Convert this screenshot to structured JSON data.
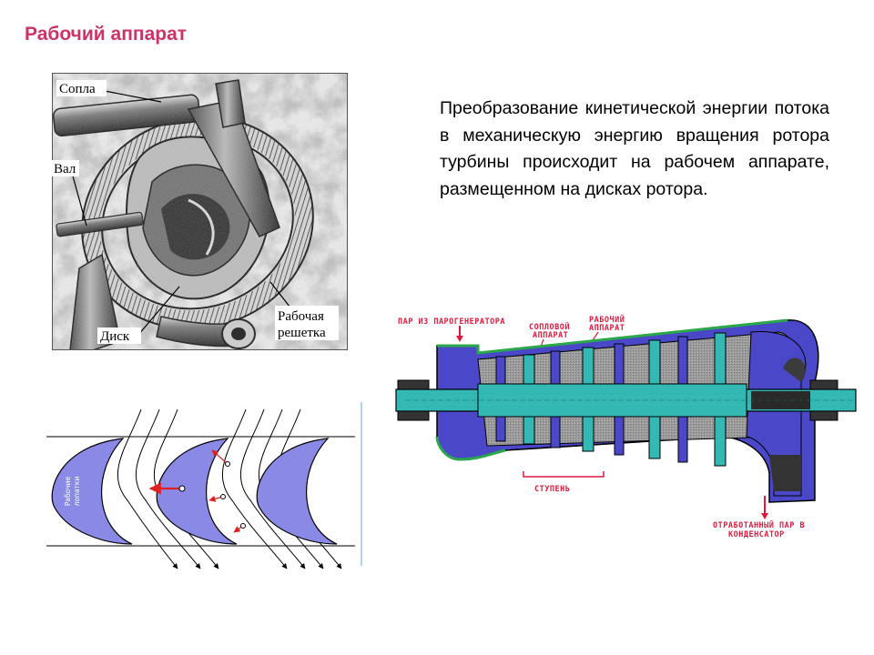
{
  "title": "Рабочий аппарат",
  "paragraph": "Преобразование кинетической энергии потока в механическую энергию вращения ротора турбины происходит на рабочем аппарате, размещенном на дисках ротора.",
  "photo": {
    "label_nozzle": "Сопла",
    "label_shaft": "Вал",
    "label_disk": "Диск",
    "label_grid_1": "Рабочая",
    "label_grid_2": "решетка"
  },
  "blades": {
    "label_1": "Рабочие",
    "label_2": "лопатки"
  },
  "schematic": {
    "label_steam_in": "ПАР ИЗ ПАРОГЕНЕРАТОРА",
    "label_nozzle_1": "СОПЛОВОЙ",
    "label_nozzle_2": "АППАРАТ",
    "label_working_1": "РАБОЧИЙ",
    "label_working_2": "АППАРАТ",
    "label_stage": "СТУПЕНЬ",
    "label_exhaust_1": "ОТРАБОТАННЫЙ ПАР В",
    "label_exhaust_2": "КОНДЕНСАТОР"
  },
  "colors": {
    "title": "#cc3366",
    "blade": "#8a8ae6",
    "casing": "#4a47c8",
    "rotor": "#33b8b3",
    "schematic_label": "#e0193f"
  }
}
